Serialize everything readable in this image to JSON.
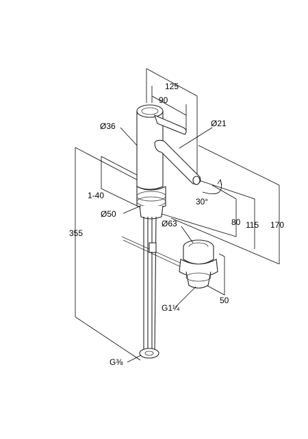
{
  "labels": {
    "d125": "125",
    "d90": "90",
    "d36": "Ø36",
    "d21": "Ø21",
    "d140": "1-40",
    "d30": "30°",
    "d50dia": "Ø50",
    "d80": "80",
    "d115": "115",
    "d170": "170",
    "d355": "355",
    "d63": "Ø63",
    "d50": "50",
    "g114": "G1¼",
    "g38": "G⅜"
  },
  "colors": {
    "line": "#000000",
    "part": "#222222"
  }
}
